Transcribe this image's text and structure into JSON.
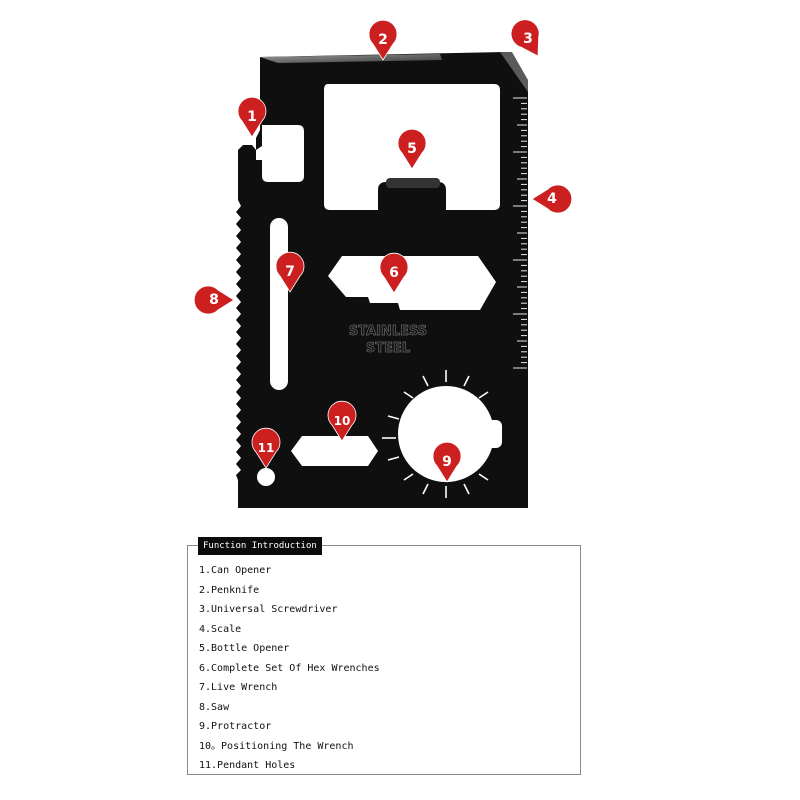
{
  "colors": {
    "card": "#0f0f0f",
    "marker": "#cc1f1f",
    "marker_text": "#ffffff",
    "box_border": "#8a8a8a"
  },
  "card": {
    "emboss_line1": "STAINLESS",
    "emboss_line2": "STEEL"
  },
  "markers": [
    "1",
    "2",
    "3",
    "4",
    "5",
    "6",
    "7",
    "8",
    "9",
    "10",
    "11"
  ],
  "function_intro": {
    "title": "Function Introduction",
    "items": [
      "1.Can Opener",
      "2.Penknife",
      "3.Universal Screwdriver",
      "4.Scale",
      "5.Bottle Opener",
      "6.Complete Set Of Hex Wrenches",
      "7.Live Wrench",
      "8.Saw",
      "9.Protractor",
      "10。Positioning The Wrench",
      "11.Pendant Holes"
    ]
  }
}
